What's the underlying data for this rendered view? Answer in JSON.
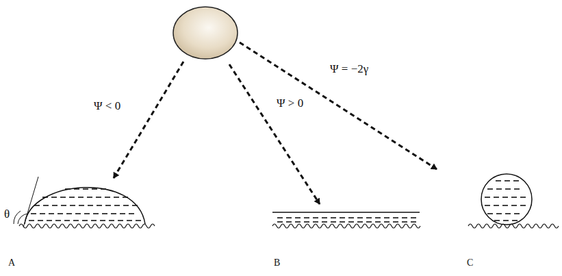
{
  "diagram": {
    "labels": [
      "Ψ < 0",
      "Ψ > 0",
      "Ψ = −2γ",
      "θ",
      "A",
      "B",
      "C"
    ]
  }
}
